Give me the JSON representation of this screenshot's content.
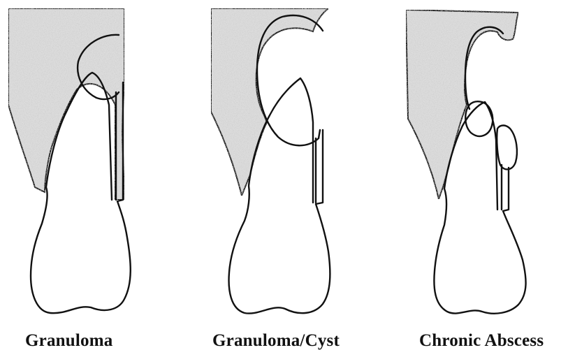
{
  "panels": [
    {
      "caption": "Granuloma"
    },
    {
      "caption": "Granuloma/Cyst"
    },
    {
      "caption": "Chronic Abscess"
    }
  ],
  "colors": {
    "background": "#ffffff",
    "bone": "#dcdcdc",
    "outline": "#111111"
  }
}
